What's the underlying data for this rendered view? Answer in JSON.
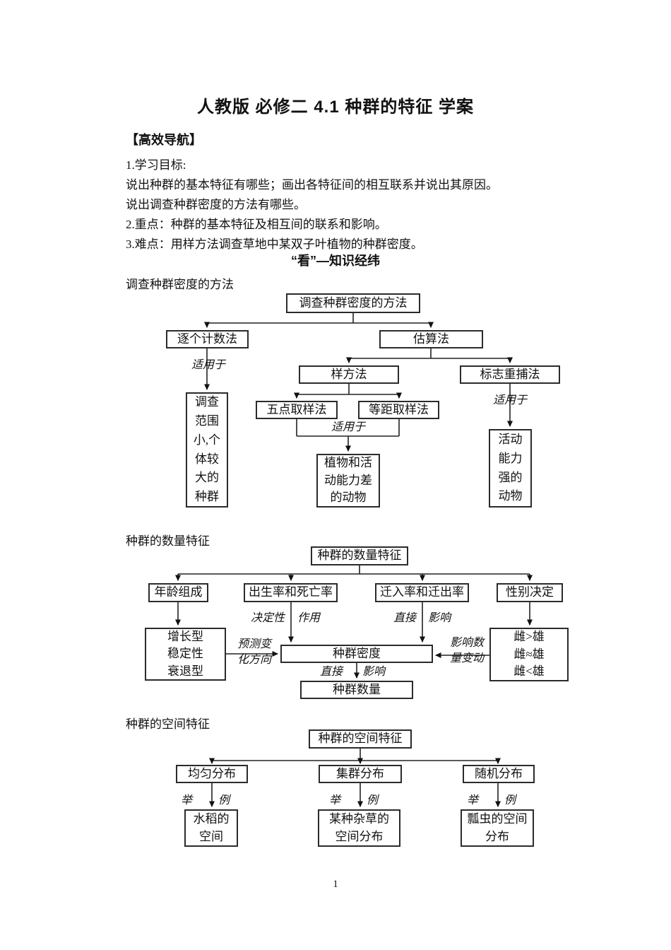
{
  "page": {
    "title": "人教版 必修二 4.1 种群的特征 学案",
    "page_number": "1"
  },
  "intro": {
    "heading": "【高效导航】",
    "lines": [
      "1.学习目标:",
      "说出种群的基本特征有哪些；画出各特征间的相互联系并说出其原因。",
      "说出调查种群密度的方法有哪些。",
      "2.重点：种群的基本特征及相互间的联系和影响。",
      "3.难点：用样方法调查草地中某双子叶植物的种群密度。"
    ],
    "section_heading": "“看”—知识经纬"
  },
  "survey_chart": {
    "label": "调查种群密度的方法",
    "root": "调查种群密度的方法",
    "individual_count": "逐个计数法",
    "estimation": "估算法",
    "quadrat": "样方法",
    "mark_recapture": "标志重捕法",
    "five_point": "五点取样法",
    "equidistant": "等距取样法",
    "applies_to": "适用于",
    "small_range": "调查\n范围\n小,个\n体较\n大的\n种群",
    "plants_weak": "植物和活\n动能力差\n的动物",
    "strong_animals": "活动\n能力\n强的\n动物"
  },
  "quantity_chart": {
    "label": "种群的数量特征",
    "root": "种群的数量特征",
    "age": "年龄组成",
    "birth_death": "出生率和死亡率",
    "migration": "迁入率和迁出率",
    "sex": "性别决定",
    "growth_types": "增长型\n稳定性\n衰退型",
    "density": "种群密度",
    "quantity": "种群数量",
    "sex_ratio": "雌>雄\n雌≈雄\n雌<雄",
    "decisive": "决定性",
    "effect": "作用",
    "direct_upper": "直接",
    "influence_upper": "影响",
    "predict": "预测变\n化方向",
    "affect": "影响数\n量变动",
    "direct_lower": "直接",
    "influence_lower": "影响"
  },
  "spatial_chart": {
    "label": "种群的空间特征",
    "root": "种群的空间特征",
    "uniform": "均匀分布",
    "clumped": "集群分布",
    "random": "随机分布",
    "example_ju": "举",
    "example_li": "例",
    "rice": "水稻的\n空间",
    "weed": "某种杂草的\n空间分布",
    "ladybug": "瓢虫的空间\n分布"
  }
}
